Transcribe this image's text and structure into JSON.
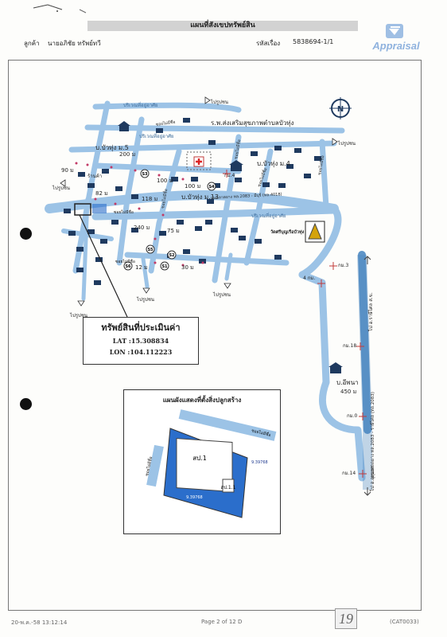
{
  "header": {
    "title": "แผนที่สังเขปทรัพย์สิน",
    "client_label": "ลูกค้า",
    "client_name": "นายอภิชัย ทรัพย์ทวี",
    "ref_label": "รหัสเรื่อง",
    "ref_value": "5838694-1/1",
    "logo_text": "Appraisal"
  },
  "map": {
    "labels": {
      "hospital": "ร.พ.ส่งเสริมสุขภาพตำบลบัวทุ่ง",
      "village5": "บ.บัวทุ่ง ม.5",
      "village4": "บ.บัวทุ่ง ม.4",
      "village13": "บ.บัวทุ่ง ม.13",
      "village_eaphana": "บ.อีพนา",
      "road_main": "ถนนลาดยาง ทล.2083 - มีบุรี (ทล.4018)",
      "road_side": "ถนนลาดยาง ทล.2083 - ราษีไศล (ทล.2083)",
      "temple": "วัดศรีบุญเรือบัวทุ่ง",
      "to_post1": "ไปรูปชน",
      "to_post2": "ไปรูปชน",
      "to_post3": "ไปรูปชน",
      "to_post4": "ไปรูปชน",
      "to_post5": "ไปรูปชน",
      "to_post6": "ไปรูปชน",
      "to_north": "ไป อ.ราษีไศล ส.ข.",
      "to_south": "ไป อ.อุทุมพร",
      "residential1": "ปริเวณที่อยู่อาศัย",
      "residential2": "ปริเวณที่อยู่อาศัย",
      "residential3": "ปริเวณที่อยู่อาศัย",
      "lane1": "ซอยไม่มีชื่อ",
      "lane2": "ซอยไม่มีชื่อ",
      "lane3": "ซอยไม่มีชื่อ",
      "lane4": "ซอยไม่มีชื่อ",
      "lane5": "ซอยไม่มีชื่อ",
      "lane6": "ซอยไม่มีชื่อ",
      "lane7": "ซอยไม่มีชื่อ",
      "km4": "กม.4",
      "km3": "กม.3",
      "km4b": "4 กม.",
      "km18": "กม.18",
      "km0": "กม.0",
      "km14": "กม.14",
      "shop": "ร้านค้า",
      "compass": "N"
    },
    "distances": {
      "d90": "90 ม",
      "d200": "200 ม",
      "d100a": "100 ม",
      "d100b": "100 ม",
      "d82": "82 ม",
      "d118": "118 ม",
      "d240": "240 ม",
      "d75": "75 ม",
      "d12": "12 ม",
      "d30": "30 ม",
      "d450": "450 ม"
    },
    "markers": [
      "S1",
      "S2",
      "S3",
      "S4",
      "S5",
      "S6"
    ]
  },
  "subject_sign": {
    "title": "ทรัพย์สินที่ประเมินค่า",
    "lat": "LAT :15.308834",
    "lon": "LON :104.112223"
  },
  "site_plan": {
    "title": "แผนผังแสดงที่ตั้งสิ่งปลูกสร้าง",
    "lane_top": "ซอยไม่มีชื่อ",
    "lane_left": "ซอยไม่มีชื่อ",
    "bldg1": "สป.1",
    "bldg2": "สป.1.1",
    "parcel_a": "9.39768",
    "parcel_b": "9.39768"
  },
  "footer": {
    "timestamp": "20-พ.ค.-58 13:12:14",
    "page": "Page 2 of 12 D",
    "code": "(CAT0033)",
    "handwritten": "19"
  },
  "colors": {
    "road": "#9cc3e6",
    "road_dark": "#5f95c8",
    "house": "#1f3a5f",
    "parcel": "#2b6ecb",
    "route_dots": "#c23a66"
  }
}
